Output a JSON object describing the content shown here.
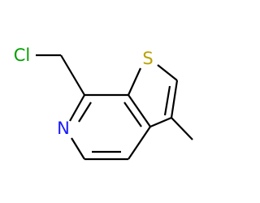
{
  "molecule": {
    "atoms": {
      "chlorine": {
        "symbol": "Cl",
        "color": "#00a000"
      },
      "sulfur": {
        "symbol": "S",
        "color": "#b8a200"
      },
      "nitrogen": {
        "symbol": "N",
        "color": "#1a1aff"
      }
    },
    "bond_color": "#000000",
    "background": "#ffffff"
  }
}
